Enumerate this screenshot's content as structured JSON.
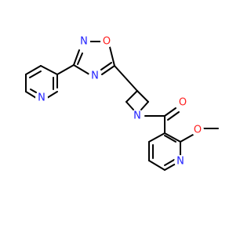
{
  "molecule": {
    "atoms": {
      "n_pyr_top": {
        "symbol": "N",
        "color": "#2020ff"
      },
      "n_oxd_top": {
        "symbol": "N",
        "color": "#2020ff"
      },
      "o_oxd": {
        "symbol": "O",
        "color": "#ff2020"
      },
      "n_oxd_low": {
        "symbol": "N",
        "color": "#2020ff"
      },
      "n_azet": {
        "symbol": "N",
        "color": "#2020ff"
      },
      "o_carbonyl": {
        "symbol": "O",
        "color": "#ff2020"
      },
      "o_methoxy": {
        "symbol": "O",
        "color": "#ff2020"
      },
      "n_pyr_low": {
        "symbol": "N",
        "color": "#2020ff"
      }
    }
  }
}
